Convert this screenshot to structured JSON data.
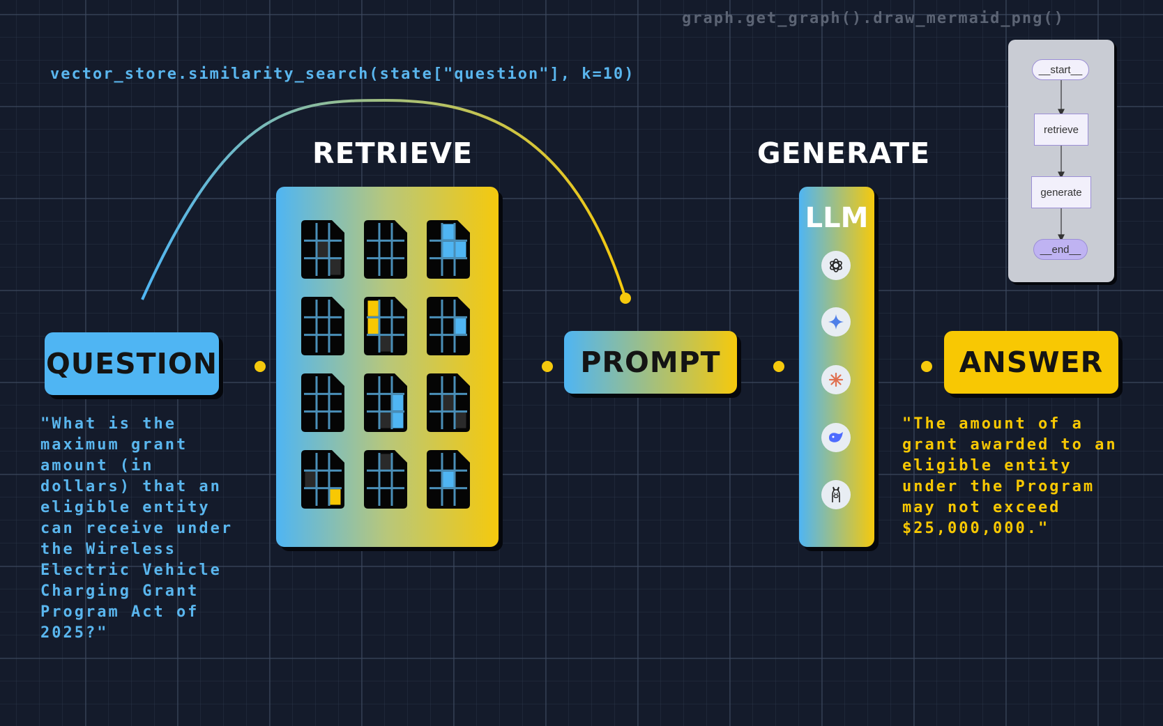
{
  "code": {
    "top": "graph.get_graph().draw_mermaid_png()",
    "vector_search": "vector_store.similarity_search(state[\"question\"], k=10)"
  },
  "stages": {
    "retrieve_title": "RETRIEVE",
    "generate_title": "GENERATE",
    "question_label": "QUESTION",
    "prompt_label": "PROMPT",
    "answer_label": "ANSWER",
    "llm_label": "LLM"
  },
  "question_text": "\"What is the\nmaximum grant\namount (in\ndollars) that an\neligible entity\ncan receive under\nthe Wireless\nElectric Vehicle\nCharging Grant\nProgram Act of\n2025?\"",
  "answer_text": "\"The amount of a\ngrant awarded to an\neligible entity\nunder the Program\nmay not exceed\n$25,000,000.\"",
  "llm_icons": [
    "openai-icon",
    "gemini-icon",
    "claude-icon",
    "deepseek-icon",
    "ollama-icon"
  ],
  "mermaid": {
    "start": "__start__",
    "retrieve": "retrieve",
    "generate": "generate",
    "end": "__end__"
  },
  "colors": {
    "blue": "#4fb5f3",
    "yellow": "#f8c803",
    "background": "#141b2b"
  }
}
